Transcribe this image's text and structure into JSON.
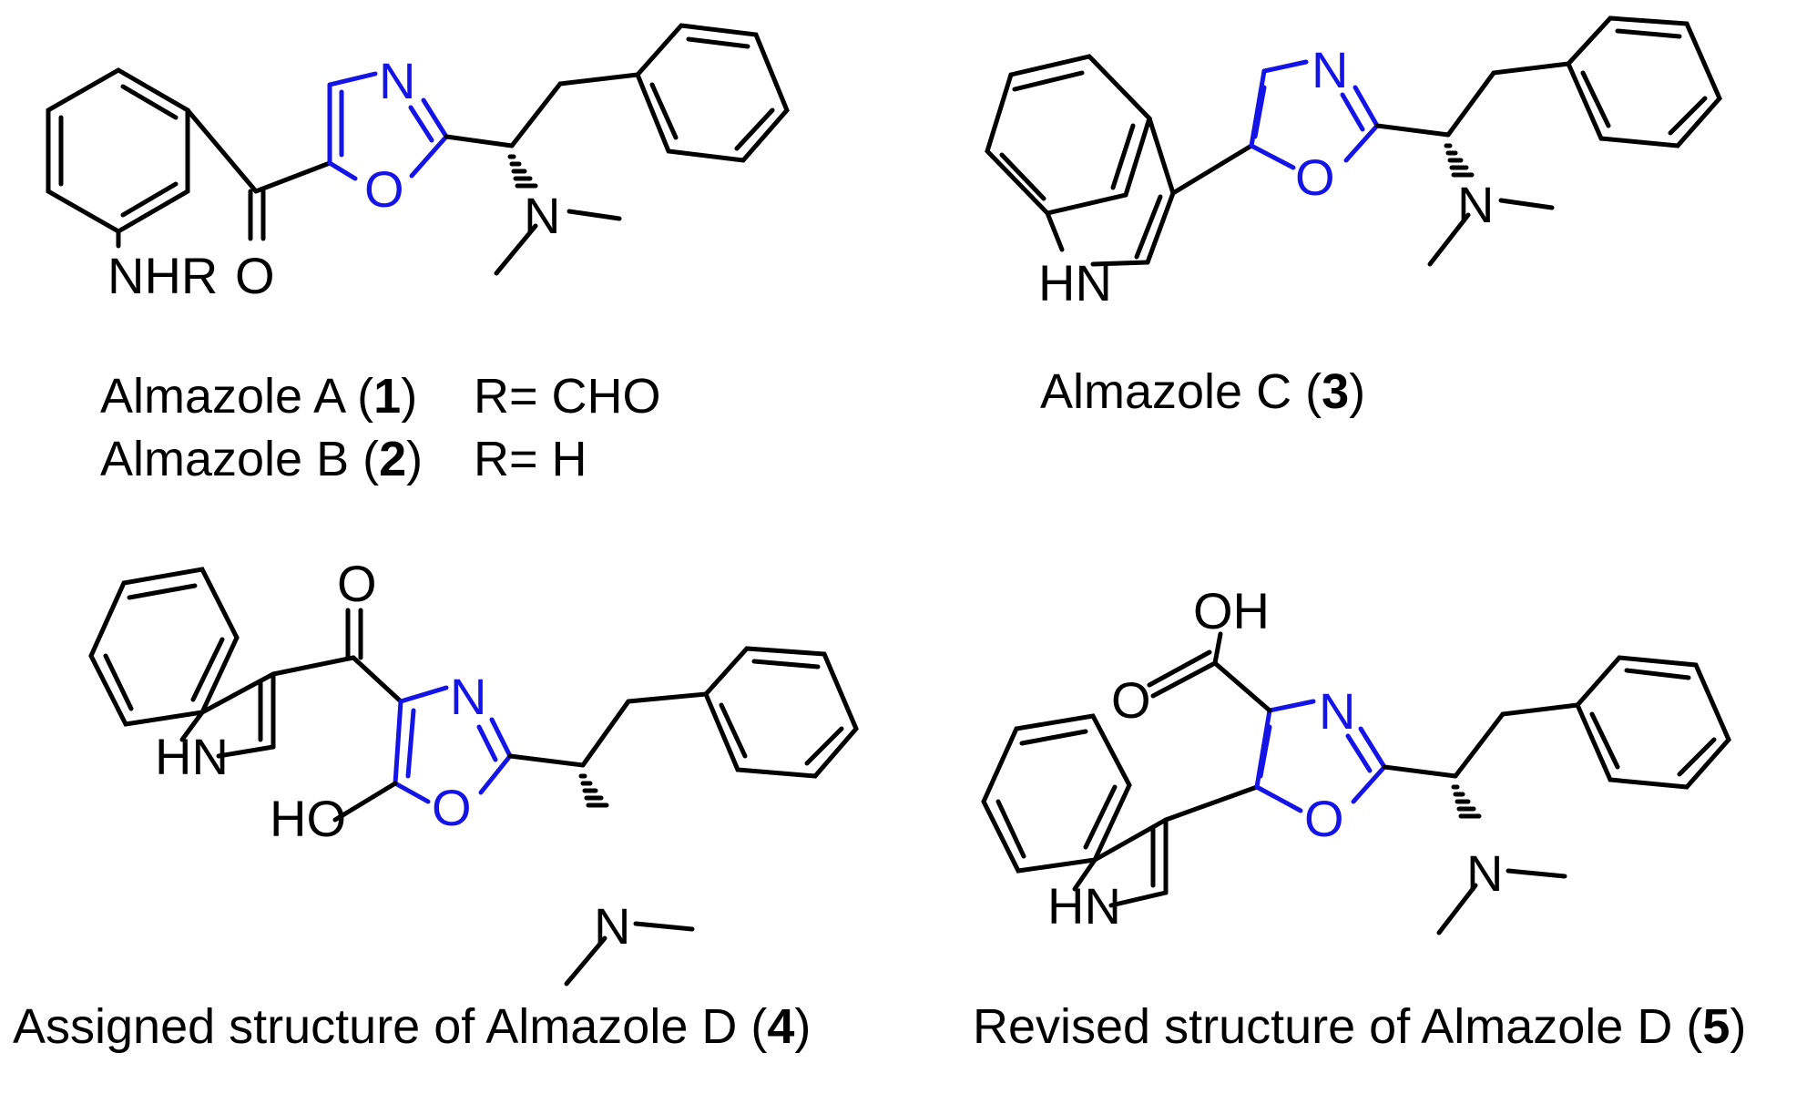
{
  "colors": {
    "oxazole": "#1414e6",
    "ink": "#000000",
    "background": "#ffffff"
  },
  "atoms": {
    "N": "N",
    "O": "O",
    "NHR": "NHR",
    "HN": "HN",
    "HO": "HO",
    "OH": "OH"
  },
  "captions": {
    "c1": {
      "prefix": "Almazole A (",
      "num": "1",
      "suffix": ")",
      "rgroup": "R= CHO"
    },
    "c2": {
      "prefix": "Almazole B (",
      "num": "2",
      "suffix": ")",
      "rgroup": "R= H"
    },
    "c3": {
      "prefix": "Almazole C (",
      "num": "3",
      "suffix": ")"
    },
    "c4": {
      "prefix": "Assigned structure of Almazole D (",
      "num": "4",
      "suffix": ")"
    },
    "c5": {
      "prefix": "Revised structure of Almazole D (",
      "num": "5",
      "suffix": ")"
    }
  }
}
